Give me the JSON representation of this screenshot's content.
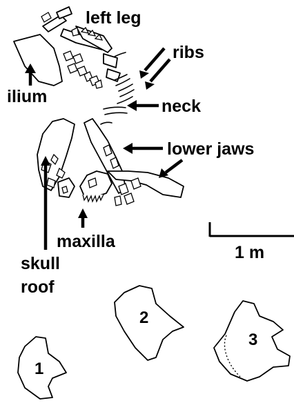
{
  "labels": {
    "left_leg": "left leg",
    "ribs": "ribs",
    "ilium": "ilium",
    "neck": "neck",
    "lower_jaws": "lower jaws",
    "maxilla": "maxilla",
    "skull": "skull",
    "roof": "roof"
  },
  "scale_bar": {
    "label": "1 m"
  },
  "footprints": [
    "1",
    "2",
    "3"
  ],
  "colors": {
    "ink": "#000000",
    "paper": "#ffffff"
  }
}
